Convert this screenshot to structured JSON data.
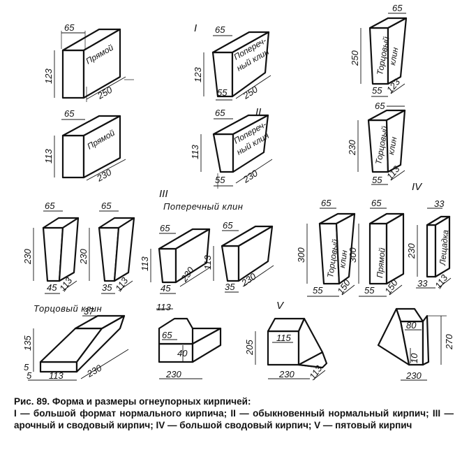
{
  "caption": {
    "title": "Рис. 89. Форма и размеры огнеупорных кирпичей:",
    "body": "I — большой формат нормального кирпича; II — обыкновенный нормальный кирпич; III — арочный и сводовый кирпич; IV — большой сводовый кирпич; V — пятовый кирпич"
  },
  "groups": {
    "g1": "I",
    "g2": "II",
    "g3": "III",
    "g4": "IV",
    "g5": "V",
    "g3_title": "Поперечный клин",
    "g5_title": "Торцовый клин"
  },
  "labels": {
    "straight": "Прямой",
    "cross1": "Попереч-",
    "cross2": "ный клин",
    "end1": "Торцовый",
    "end2": "клин",
    "slab": "Лещадка"
  },
  "dims": {
    "d65": "65",
    "d123": "123",
    "d250": "250",
    "d113": "113",
    "d230": "230",
    "d55": "55",
    "d45": "45",
    "d35": "35",
    "d300": "300",
    "d150": "150",
    "d33": "33",
    "d37": "37",
    "d135": "135",
    "d5": "5",
    "d115": "115",
    "d205": "205",
    "d40": "40",
    "d80": "80",
    "d270": "270",
    "d10": "10"
  }
}
